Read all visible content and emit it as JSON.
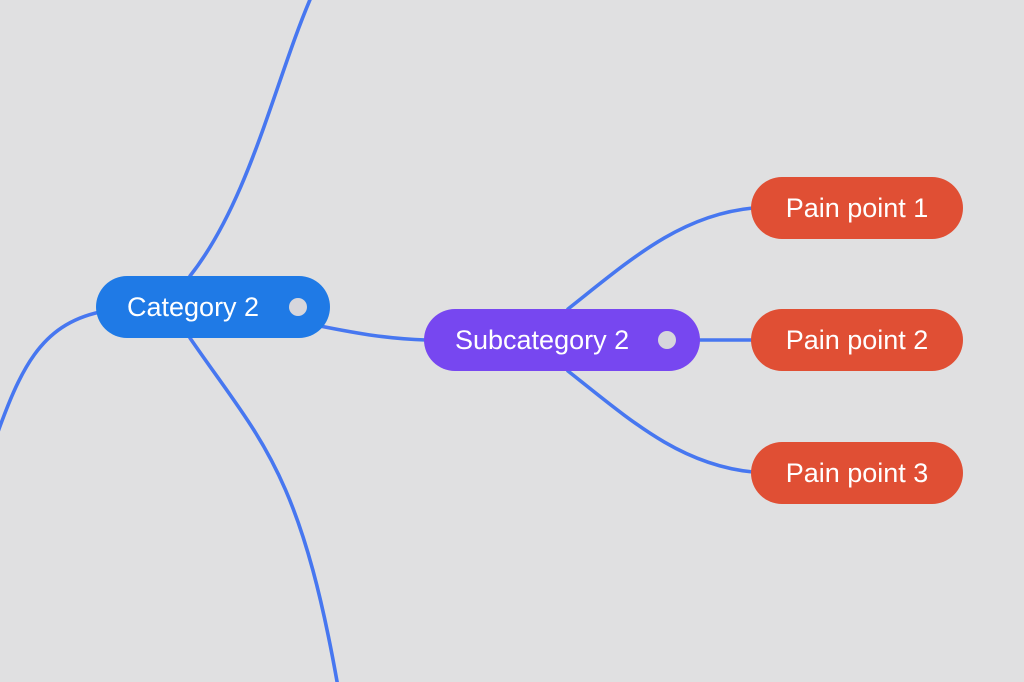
{
  "mindmap": {
    "colors": {
      "background": "#e0e0e1",
      "connector": "#4777f0",
      "category": "#1f7ae6",
      "subcategory": "#7747f0",
      "pain_point": "#e04f34",
      "toggle": "#d6d6dc"
    },
    "category": {
      "label": "Category 2",
      "toggle_icon": "collapse-dot-icon"
    },
    "subcategory": {
      "label": "Subcategory 2",
      "toggle_icon": "collapse-dot-icon"
    },
    "pain_points": [
      {
        "label": "Pain point 1"
      },
      {
        "label": "Pain point 2"
      },
      {
        "label": "Pain point 3"
      }
    ]
  }
}
